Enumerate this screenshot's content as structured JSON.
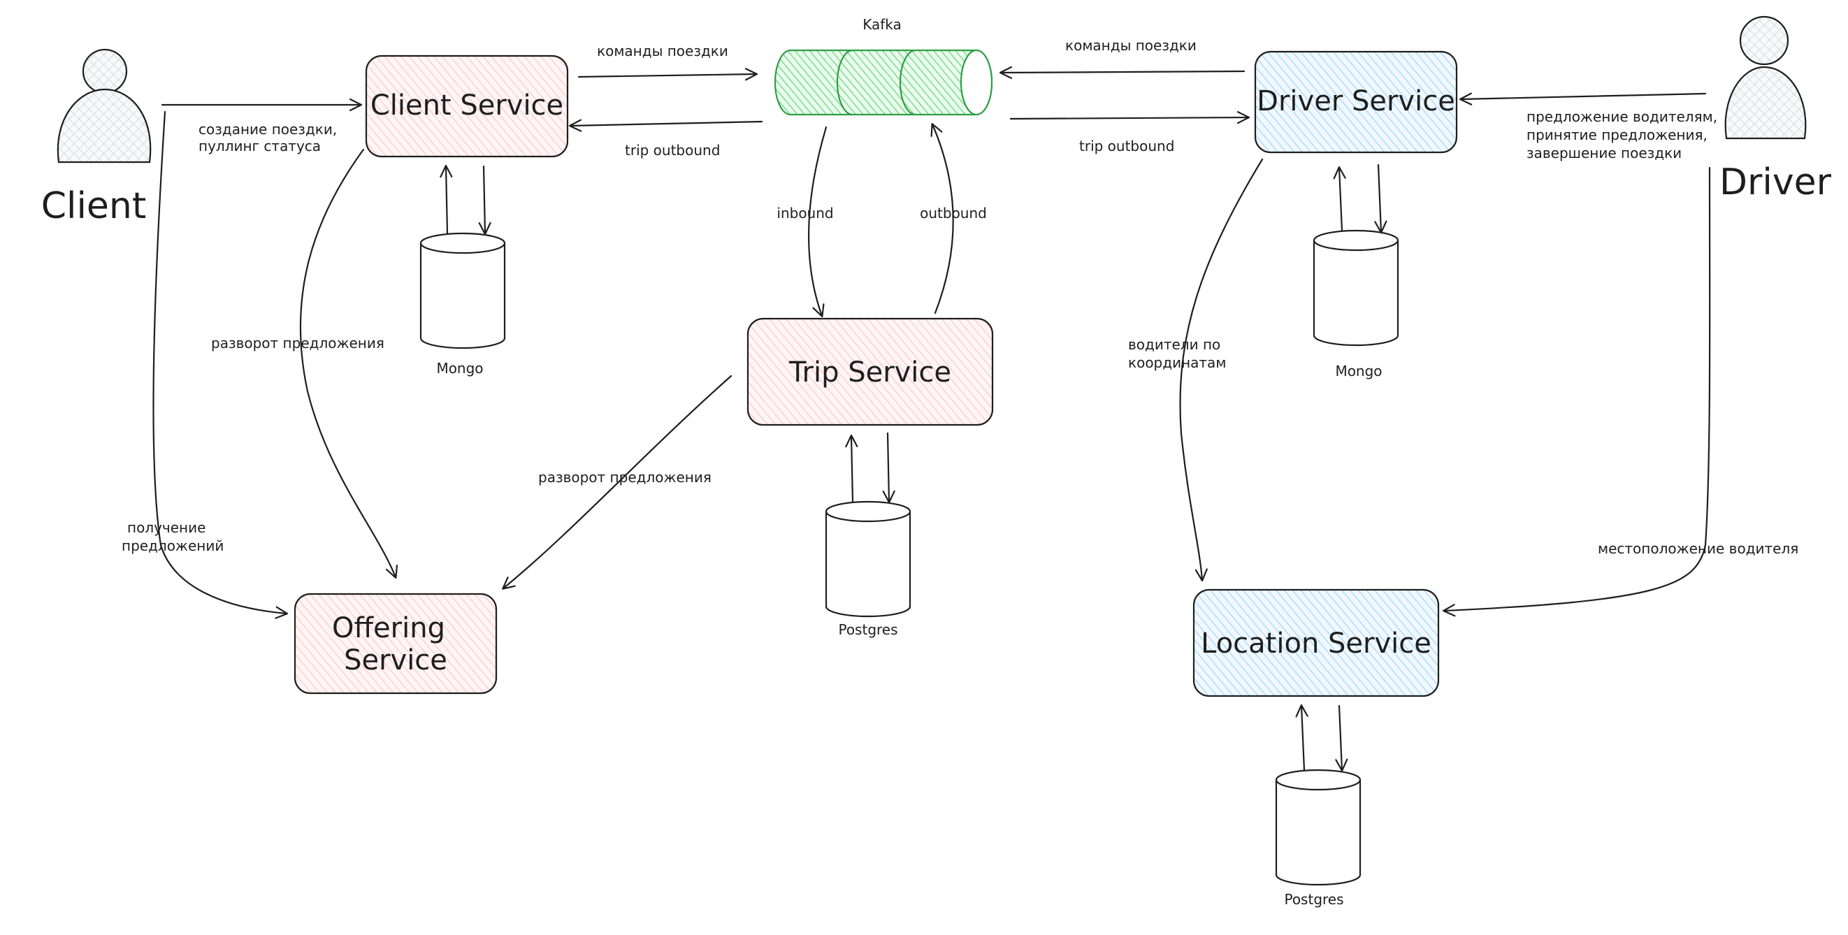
{
  "actors": {
    "client": "Client",
    "driver": "Driver"
  },
  "services": {
    "client": "Client Service",
    "driver": "Driver Service",
    "trip": "Trip Service",
    "offering_line1": "Offering",
    "offering_line2": "Service",
    "location": "Location Service"
  },
  "queue": {
    "title": "Kafka"
  },
  "databases": {
    "client_db": "Mongo",
    "driver_db": "Mongo",
    "trip_db": "Postgres",
    "location_db": "Postgres"
  },
  "edges": {
    "client_to_service_line1": "создание поездки,",
    "client_to_service_line2": "пуллинг статуса",
    "client_commands": "команды поездки",
    "client_outbound": "trip outbound",
    "driver_commands": "команды поездки",
    "driver_outbound": "trip outbound",
    "inbound": "inbound",
    "outbound": "outbound",
    "client_reverse_offer": "разворот предложения",
    "trip_reverse_offer": "разворот предложения",
    "get_offers_line1": "получение",
    "get_offers_line2": "предложений",
    "drivers_by_coords_line1": "водители по",
    "drivers_by_coords_line2": "координатам",
    "driver_actions_line1": "предложение водителям,",
    "driver_actions_line2": "принятие предложения,",
    "driver_actions_line3": "завершение поездки",
    "driver_location": "местоположение водителя"
  },
  "colors": {
    "stroke": "#1e1e1e",
    "pink_fill": "#ffc9c9",
    "blue_fill": "#a5d8ff",
    "green_fill": "#b2f2bb",
    "green_stroke": "#2f9e44",
    "actor_fill": "#ced4da"
  }
}
